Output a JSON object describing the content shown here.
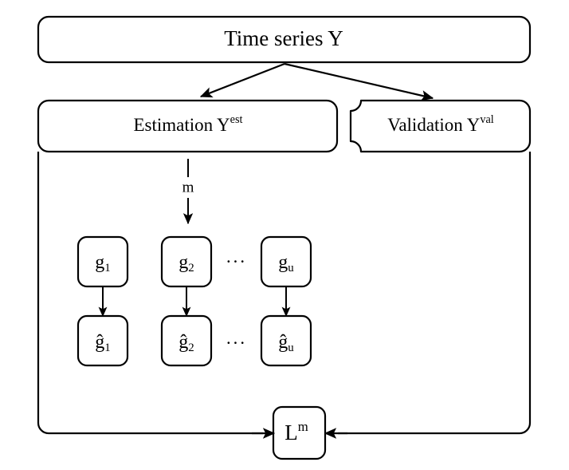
{
  "diagram": {
    "title": "Time series cross-validation block diagram",
    "background_color": "#ffffff",
    "stroke_color": "#000000",
    "nodes": {
      "root": {
        "label": "Time series Y",
        "base": "Time series Y",
        "superscript": ""
      },
      "estimation": {
        "label": "Estimation Yᵉˢᵗ",
        "base": "Estimation Y",
        "superscript": "est"
      },
      "validation": {
        "label": "Validation Yᵛᵃˡ",
        "base": "Validation Y",
        "superscript": "val"
      },
      "loss": {
        "label": "Lᵐ",
        "base": "L",
        "superscript": "m"
      }
    },
    "model_edge_label": "m",
    "ellipsis": "···",
    "models_row": [
      {
        "base": "g",
        "subscript": "1",
        "label": "g₁"
      },
      {
        "base": "g",
        "subscript": "2",
        "label": "g₂"
      },
      {
        "base": "g",
        "subscript": "u",
        "label": "gᵤ"
      }
    ],
    "forecasts_row": [
      {
        "base": "ĝ",
        "subscript": "1",
        "label": "ĝ₁"
      },
      {
        "base": "ĝ",
        "subscript": "2",
        "label": "ĝ₂"
      },
      {
        "base": "ĝ",
        "subscript": "u",
        "label": "ĝᵤ"
      }
    ]
  }
}
